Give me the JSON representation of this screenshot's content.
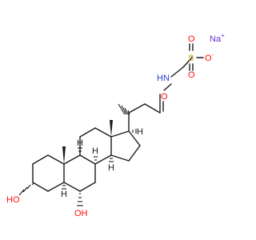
{
  "colors": {
    "bond": "#1a1a1a",
    "oxygen": "#ff0d0d",
    "nitrogen": "#2b3dd1",
    "sulfur": "#c8a600",
    "sodium": "#6b2fd1",
    "hydrogen": "#1a1a1a",
    "methyl_hydrogen": "#1a1a1a"
  },
  "atoms": {
    "sodium": {
      "symbol": "Na",
      "charge": "+"
    },
    "sulfur": {
      "symbol": "S"
    },
    "sulfonate_o_minus": {
      "symbol": "O",
      "charge": "-"
    },
    "sulfonate_o_upper": {
      "symbol": "O"
    },
    "sulfonate_o_lower": {
      "symbol": "O"
    },
    "amide_nitrogen": {
      "symbol": "N"
    },
    "amide_hydrogen": {
      "symbol": "H"
    },
    "amide_oxygen": {
      "symbol": "O"
    },
    "hydroxyl_3": {
      "symbol": "HO"
    },
    "hydroxyl_6": {
      "symbol": "OH"
    }
  },
  "stereo_hydrogens": [
    {
      "id": "h-c8",
      "symbol": "H"
    },
    {
      "id": "h-c9",
      "symbol": "H"
    },
    {
      "id": "h-c14",
      "symbol": "H"
    },
    {
      "id": "h-c17",
      "symbol": "H"
    },
    {
      "id": "h-c5",
      "symbol": "H"
    }
  ]
}
